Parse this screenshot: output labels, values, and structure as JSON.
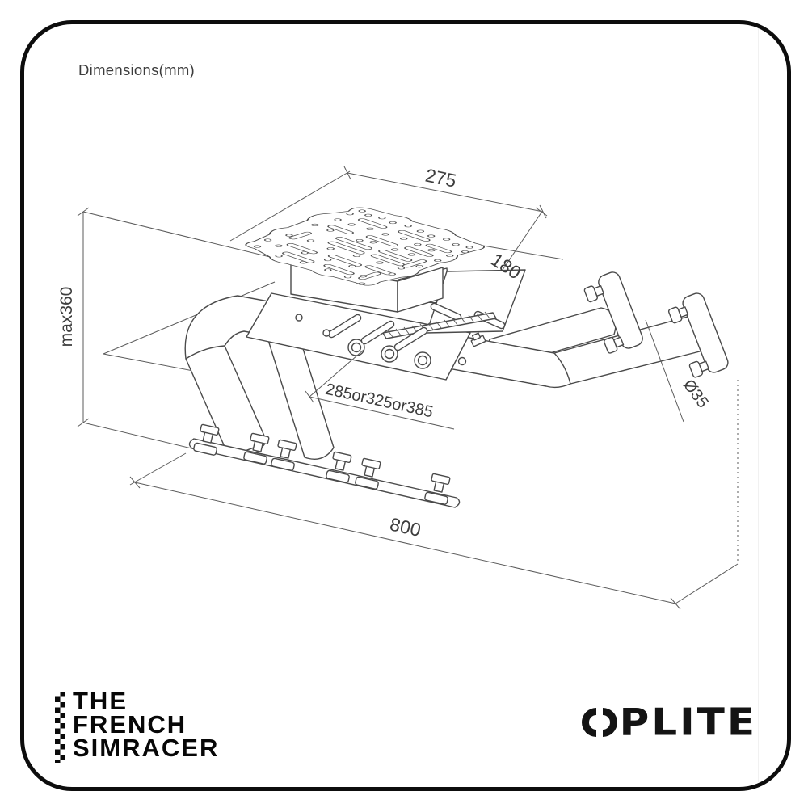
{
  "title": "Dimensions(mm)",
  "dims": {
    "top_width": "275",
    "top_depth": "180",
    "height_max": "max360",
    "mount_width": "285or325or385",
    "base_length": "800",
    "tube_diameter": "Ø35"
  },
  "logos": {
    "tfs_line1": "THE",
    "tfs_line2": "FRENCH",
    "tfs_line3": "SIMRACER",
    "oplite_brand": "OPLITE",
    "oplite_rest": "PLITE"
  },
  "colors": {
    "border": "#0d0d0d",
    "line": "#4a4a4a",
    "dimension_line": "#5b5b5b",
    "text": "#3d3d3d",
    "background": "#ffffff"
  }
}
